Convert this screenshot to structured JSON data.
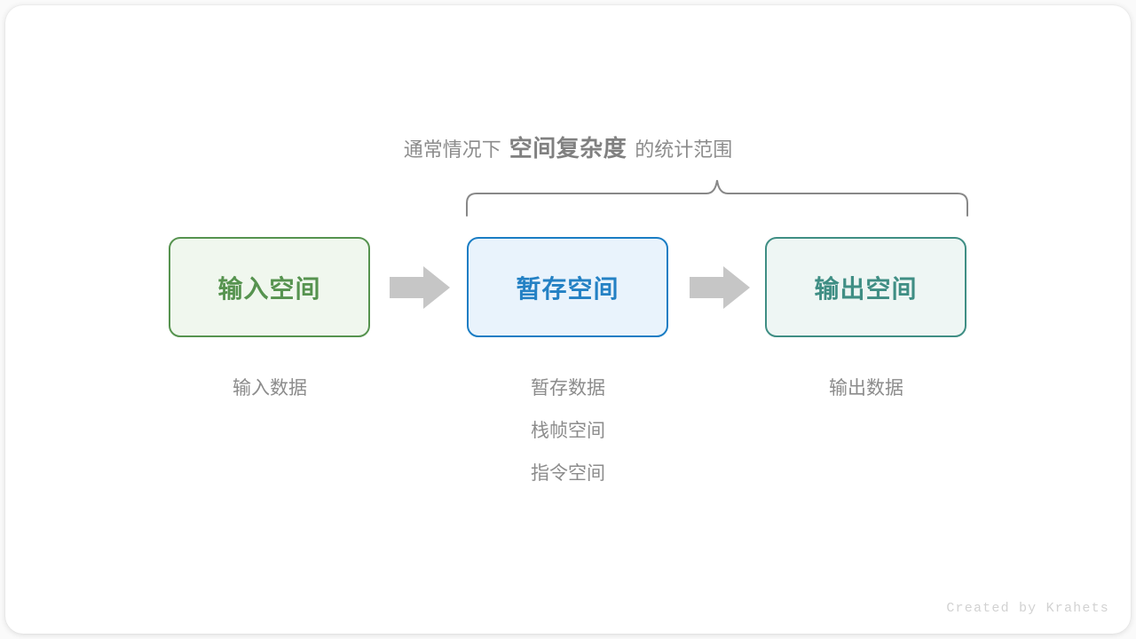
{
  "heading": {
    "lead": "通常情况下",
    "emphasis": "空间复杂度",
    "trail": "的统计范围"
  },
  "boxes": [
    {
      "name": "input",
      "label": "输入空间",
      "border_color": "#56934f",
      "fill_color": "#f0f7ee",
      "text_color": "#56934f"
    },
    {
      "name": "temp",
      "label": "暂存空间",
      "border_color": "#1a7dc4",
      "fill_color": "#e9f3fc",
      "text_color": "#2481c4"
    },
    {
      "name": "output",
      "label": "输出空间",
      "border_color": "#3f8e84",
      "fill_color": "#eef6f4",
      "text_color": "#3f8e84"
    }
  ],
  "arrows": {
    "color": "#c6c6c6",
    "first_name": "arrow-input-to-temp",
    "second_name": "arrow-temp-to-output"
  },
  "brace": {
    "color": "#888888",
    "name": "scope-brace"
  },
  "captions": {
    "input": [
      "输入数据"
    ],
    "temp": [
      "暂存数据",
      "栈帧空间",
      "指令空间"
    ],
    "output": [
      "输出数据"
    ]
  },
  "credit": "Created by Krahets"
}
